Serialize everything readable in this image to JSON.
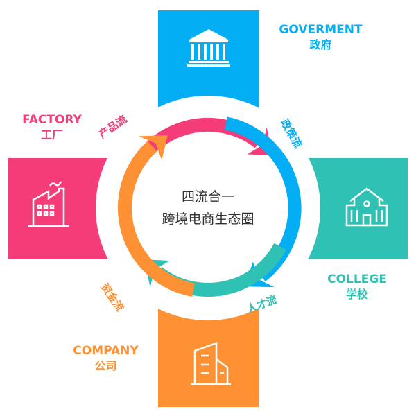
{
  "center": {
    "line1": "四流合一",
    "line2": "跨境电商生态圈"
  },
  "nodes": [
    {
      "id": "government",
      "en": "GOVERMENT",
      "cn": "政府",
      "color": "#03aef5",
      "icon": "government-building-icon"
    },
    {
      "id": "factory",
      "en": "FACTORY",
      "cn": "工厂",
      "color": "#f33c78",
      "icon": "factory-icon"
    },
    {
      "id": "college",
      "en": "COLLEGE",
      "cn": "学校",
      "color": "#2fc1b3",
      "icon": "school-icon"
    },
    {
      "id": "company",
      "en": "COMPANY",
      "cn": "公司",
      "color": "#fd9134",
      "icon": "office-building-icon"
    }
  ],
  "flows": [
    {
      "label": "产品流",
      "color": "#f33c78"
    },
    {
      "label": "政策流",
      "color": "#03aef5"
    },
    {
      "label": "人才流",
      "color": "#2fc1b3"
    },
    {
      "label": "资金流",
      "color": "#fd9134"
    }
  ]
}
